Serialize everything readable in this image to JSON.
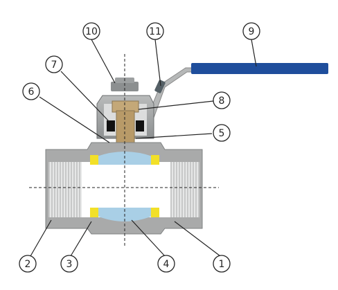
{
  "callouts": [
    {
      "id": "c1",
      "label": "1"
    },
    {
      "id": "c2",
      "label": "2"
    },
    {
      "id": "c3",
      "label": "3"
    },
    {
      "id": "c4",
      "label": "4"
    },
    {
      "id": "c5",
      "label": "5"
    },
    {
      "id": "c6",
      "label": "6"
    },
    {
      "id": "c7",
      "label": "7"
    },
    {
      "id": "c8",
      "label": "8"
    },
    {
      "id": "c9",
      "label": "9"
    },
    {
      "id": "c10",
      "label": "10"
    },
    {
      "id": "c11",
      "label": "11"
    }
  ],
  "colors": {
    "handle": "#1f4e9c",
    "body": "#a9aaaa",
    "body_dark": "#7e8182",
    "ball": "#a9cfe6",
    "seat": "#f2e028",
    "stem": "#c4a878",
    "line": "#222222"
  }
}
